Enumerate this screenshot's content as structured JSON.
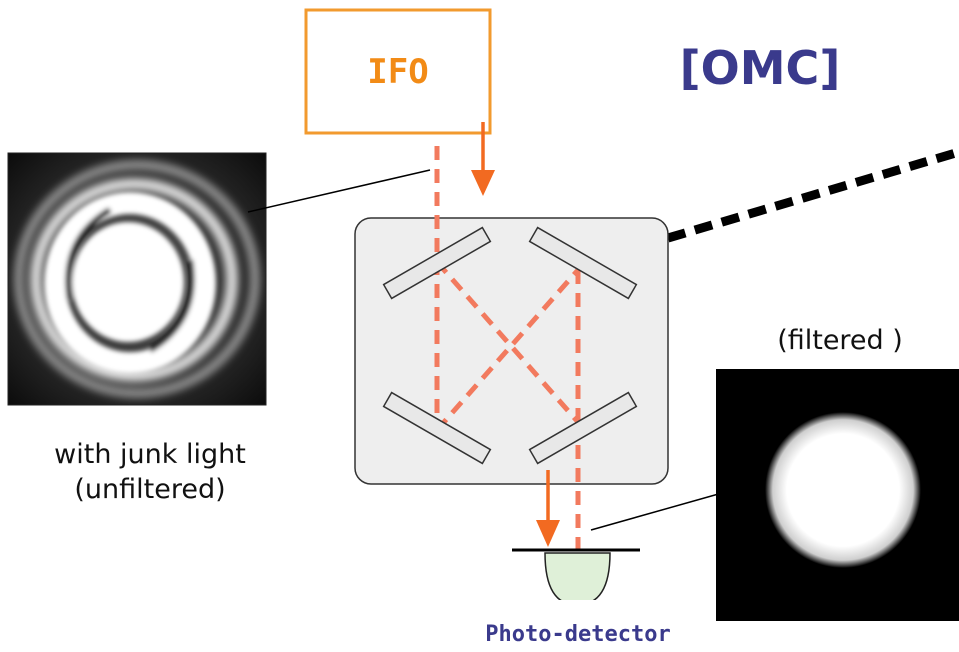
{
  "labels": {
    "ifo": "IFO",
    "omc": "[OMC]",
    "filtered": "(filtered )",
    "unfiltered_line1": "with junk light",
    "unfiltered_line2": "(unfiltered)",
    "detector": "Photo-detector"
  },
  "colors": {
    "accent_orange": "#f28b16",
    "omc_blue": "#3a3a8c",
    "detector_blue": "#3a3a8c",
    "beam_salmon": "#f27a5e",
    "cavity_fill": "#eeeeee",
    "detector_fill": "#dff0d8"
  },
  "icons": {
    "unfiltered_beam": "junk-light-ring-pattern",
    "filtered_beam": "clean-gaussian-spot",
    "detector": "photodiode-icon"
  }
}
